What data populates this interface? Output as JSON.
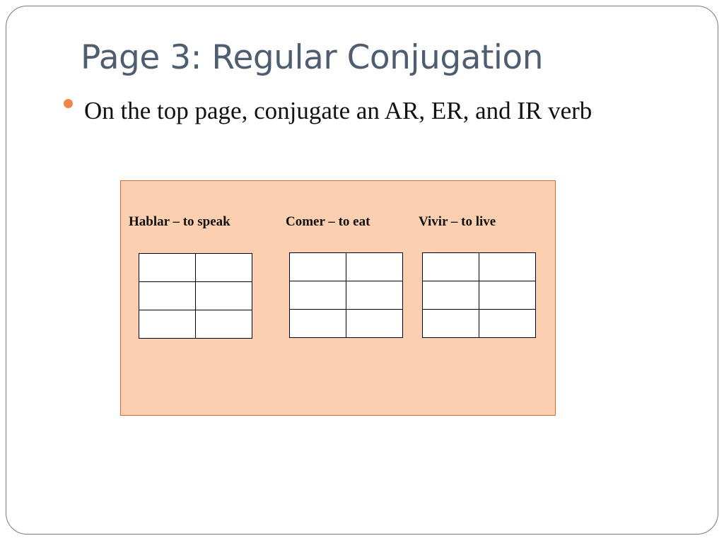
{
  "slide": {
    "title": "Page 3:  Regular Conjugation",
    "bullet": "On the top page, conjugate an AR, ER, and IR verb"
  },
  "verbs": [
    {
      "label": "Hablar – to speak",
      "rows": 3,
      "cols": 2
    },
    {
      "label": "Comer – to eat",
      "rows": 3,
      "cols": 2
    },
    {
      "label": "Vivir – to live",
      "rows": 3,
      "cols": 2
    }
  ],
  "colors": {
    "title": "#4f5d71",
    "bullet": "#f0854a",
    "box_fill": "#fccfb0",
    "box_border": "#d06d37"
  }
}
